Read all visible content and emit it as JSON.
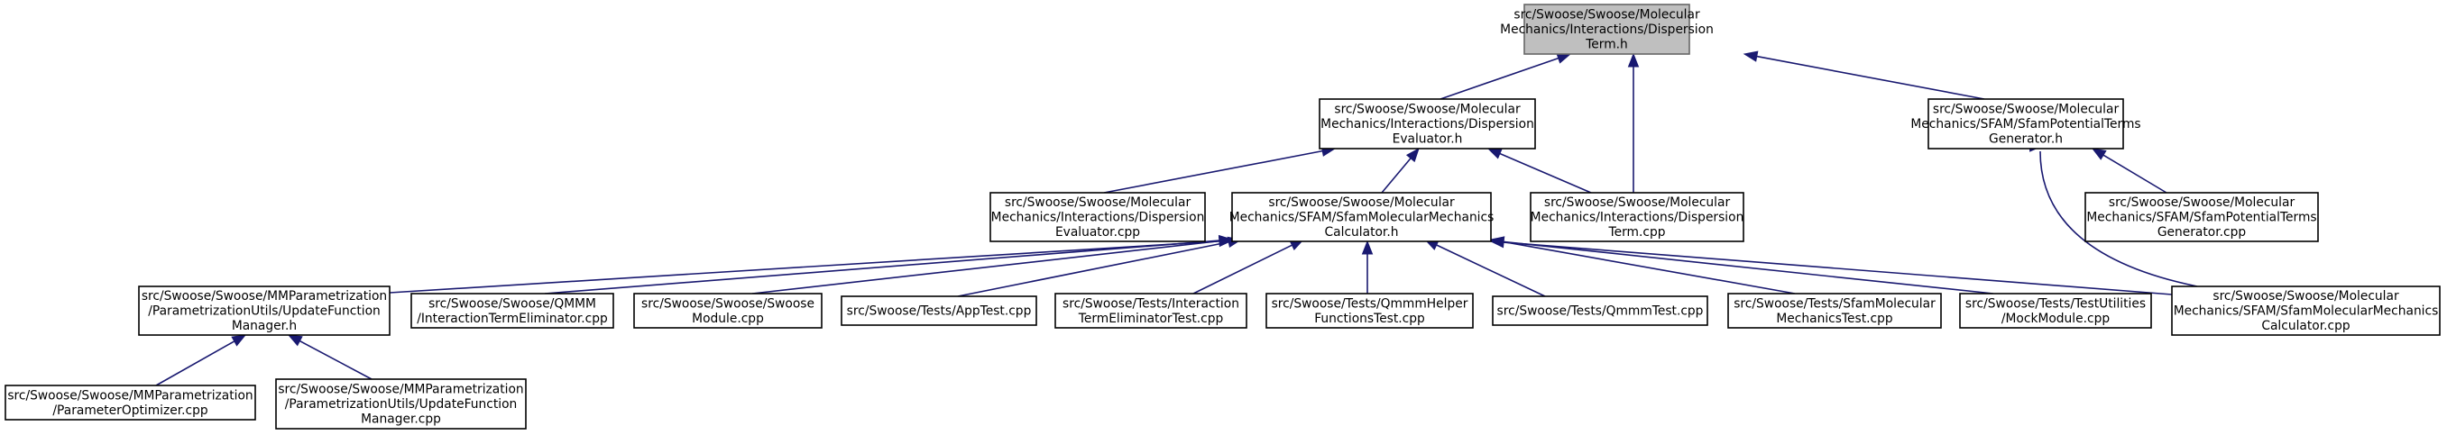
{
  "nodes": [
    {
      "id": "n0",
      "root": true,
      "lines": [
        "src/Swoose/Swoose/Molecular",
        "Mechanics/Interactions/Dispersion",
        "Term.h"
      ]
    },
    {
      "id": "n1",
      "lines": [
        "src/Swoose/Swoose/Molecular",
        "Mechanics/Interactions/Dispersion",
        "Evaluator.h"
      ]
    },
    {
      "id": "n2",
      "lines": [
        "src/Swoose/Swoose/Molecular",
        "Mechanics/SFAM/SfamPotentialTerms",
        "Generator.h"
      ]
    },
    {
      "id": "n3",
      "lines": [
        "src/Swoose/Swoose/Molecular",
        "Mechanics/Interactions/Dispersion",
        "Evaluator.cpp"
      ]
    },
    {
      "id": "n4",
      "lines": [
        "src/Swoose/Swoose/Molecular",
        "Mechanics/SFAM/SfamMolecularMechanics",
        "Calculator.h"
      ]
    },
    {
      "id": "n5",
      "lines": [
        "src/Swoose/Swoose/Molecular",
        "Mechanics/Interactions/Dispersion",
        "Term.cpp"
      ]
    },
    {
      "id": "n6",
      "lines": [
        "src/Swoose/Swoose/Molecular",
        "Mechanics/SFAM/SfamPotentialTerms",
        "Generator.cpp"
      ]
    },
    {
      "id": "n7",
      "lines": [
        "src/Swoose/Swoose/MMParametrization",
        "/ParametrizationUtils/UpdateFunction",
        "Manager.h"
      ]
    },
    {
      "id": "n8",
      "lines": [
        "src/Swoose/Swoose/QMMM",
        "/InteractionTermEliminator.cpp"
      ]
    },
    {
      "id": "n9",
      "lines": [
        "src/Swoose/Swoose/Swoose",
        "Module.cpp"
      ]
    },
    {
      "id": "n10",
      "lines": [
        "src/Swoose/Tests/AppTest.cpp"
      ]
    },
    {
      "id": "n11",
      "lines": [
        "src/Swoose/Tests/Interaction",
        "TermEliminatorTest.cpp"
      ]
    },
    {
      "id": "n12",
      "lines": [
        "src/Swoose/Tests/QmmmHelper",
        "FunctionsTest.cpp"
      ]
    },
    {
      "id": "n13",
      "lines": [
        "src/Swoose/Tests/QmmmTest.cpp"
      ]
    },
    {
      "id": "n14",
      "lines": [
        "src/Swoose/Tests/SfamMolecular",
        "MechanicsTest.cpp"
      ]
    },
    {
      "id": "n15",
      "lines": [
        "src/Swoose/Tests/TestUtilities",
        "/MockModule.cpp"
      ]
    },
    {
      "id": "n16",
      "lines": [
        "src/Swoose/Swoose/Molecular",
        "Mechanics/SFAM/SfamMolecularMechanics",
        "Calculator.cpp"
      ]
    },
    {
      "id": "n17",
      "lines": [
        "src/Swoose/Swoose/MMParametrization",
        "/ParameterOptimizer.cpp"
      ]
    },
    {
      "id": "n18",
      "lines": [
        "src/Swoose/Swoose/MMParametrization",
        "/ParametrizationUtils/UpdateFunction",
        "Manager.cpp"
      ]
    }
  ],
  "edges": [
    {
      "from": "n0",
      "to": "n1"
    },
    {
      "from": "n0",
      "to": "n5"
    },
    {
      "from": "n0",
      "to": "n2"
    },
    {
      "from": "n1",
      "to": "n3"
    },
    {
      "from": "n1",
      "to": "n4"
    },
    {
      "from": "n1",
      "to": "n5"
    },
    {
      "from": "n2",
      "to": "n6"
    },
    {
      "from": "n2",
      "to": "n16"
    },
    {
      "from": "n4",
      "to": "n7"
    },
    {
      "from": "n4",
      "to": "n8"
    },
    {
      "from": "n4",
      "to": "n9"
    },
    {
      "from": "n4",
      "to": "n10"
    },
    {
      "from": "n4",
      "to": "n11"
    },
    {
      "from": "n4",
      "to": "n12"
    },
    {
      "from": "n4",
      "to": "n13"
    },
    {
      "from": "n4",
      "to": "n14"
    },
    {
      "from": "n4",
      "to": "n15"
    },
    {
      "from": "n4",
      "to": "n16"
    },
    {
      "from": "n7",
      "to": "n17"
    },
    {
      "from": "n7",
      "to": "n18"
    }
  ],
  "colors": {
    "edge": "#191970",
    "root_fill": "#bfbfbf",
    "root_stroke": "#666666",
    "node_fill": "#ffffff",
    "node_stroke": "#000000"
  }
}
